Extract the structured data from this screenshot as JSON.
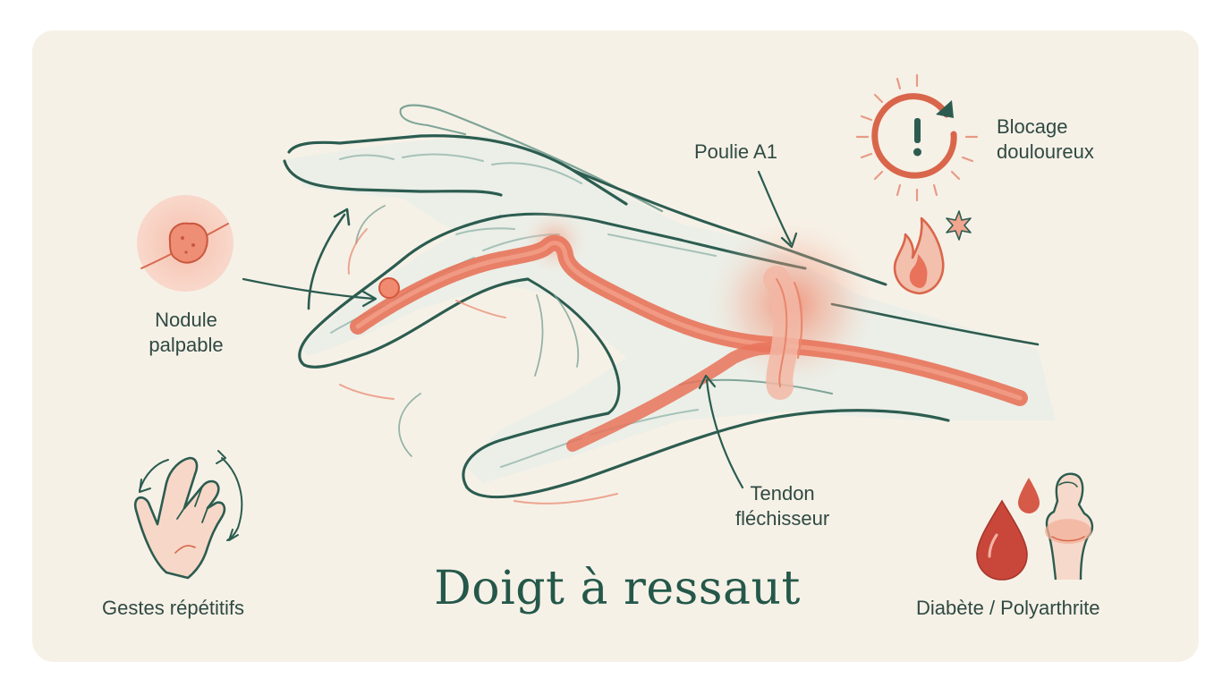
{
  "title": "Doigt à ressaut",
  "labels": {
    "pulley": "Poulie A1",
    "tendon": "Tendon\nfléchisseur",
    "nodule": "Nodule\npalpable",
    "blocking": "Blocage\ndouloureux",
    "repetitive": "Gestes répétitifs",
    "conditions": "Diabète / Polyarthrite"
  },
  "icons": {
    "nodule": "nodule-closeup-icon",
    "blocking": "clock-warning-icon",
    "pain": "flame-icon",
    "repetitive": "hand-motion-icon",
    "blood": "blood-drop-icon",
    "joint": "swollen-joint-icon"
  },
  "colors": {
    "background": "#f6f1e7",
    "outline": "#2c5c50",
    "tendon": "#e8735a",
    "accent": "#e06a4e",
    "text": "#2f4a43"
  }
}
